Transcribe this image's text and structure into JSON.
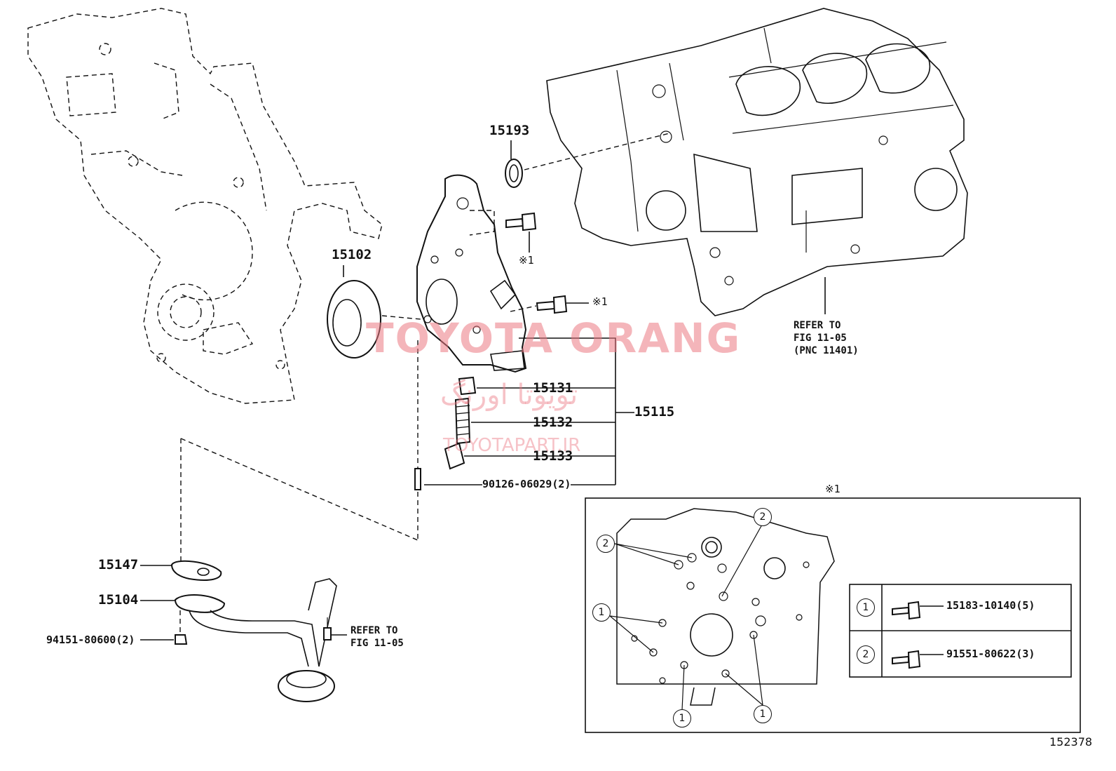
{
  "watermarks": {
    "brand_en": "TOYOTA ORANG",
    "brand_fa": "تویوتا اورنگ",
    "site": "TOYOTAPART.IR"
  },
  "figure_number": "152378",
  "parts": {
    "p15193": "15193",
    "p15102": "15102",
    "p15131": "15131",
    "p15132": "15132",
    "p15133": "15133",
    "p15115": "15115",
    "p90126": "90126-06029(2)",
    "p15147": "15147",
    "p15104": "15104",
    "p94151": "94151-80600(2)"
  },
  "marks": {
    "note1_a": "※1",
    "note1_b": "※1",
    "inset_title": "※1"
  },
  "refs": {
    "block_ref_line1": "REFER TO",
    "block_ref_line2": "FIG 11-05",
    "block_ref_line3": "(PNC 11401)",
    "strainer_ref_line1": "REFER TO",
    "strainer_ref_line2": "FIG 11-05"
  },
  "inset": {
    "callouts": [
      "2",
      "2",
      "1",
      "1",
      "1"
    ],
    "legend": [
      {
        "num": "1",
        "part": "15183-10140(5)"
      },
      {
        "num": "2",
        "part": "91551-80622(3)"
      }
    ]
  }
}
